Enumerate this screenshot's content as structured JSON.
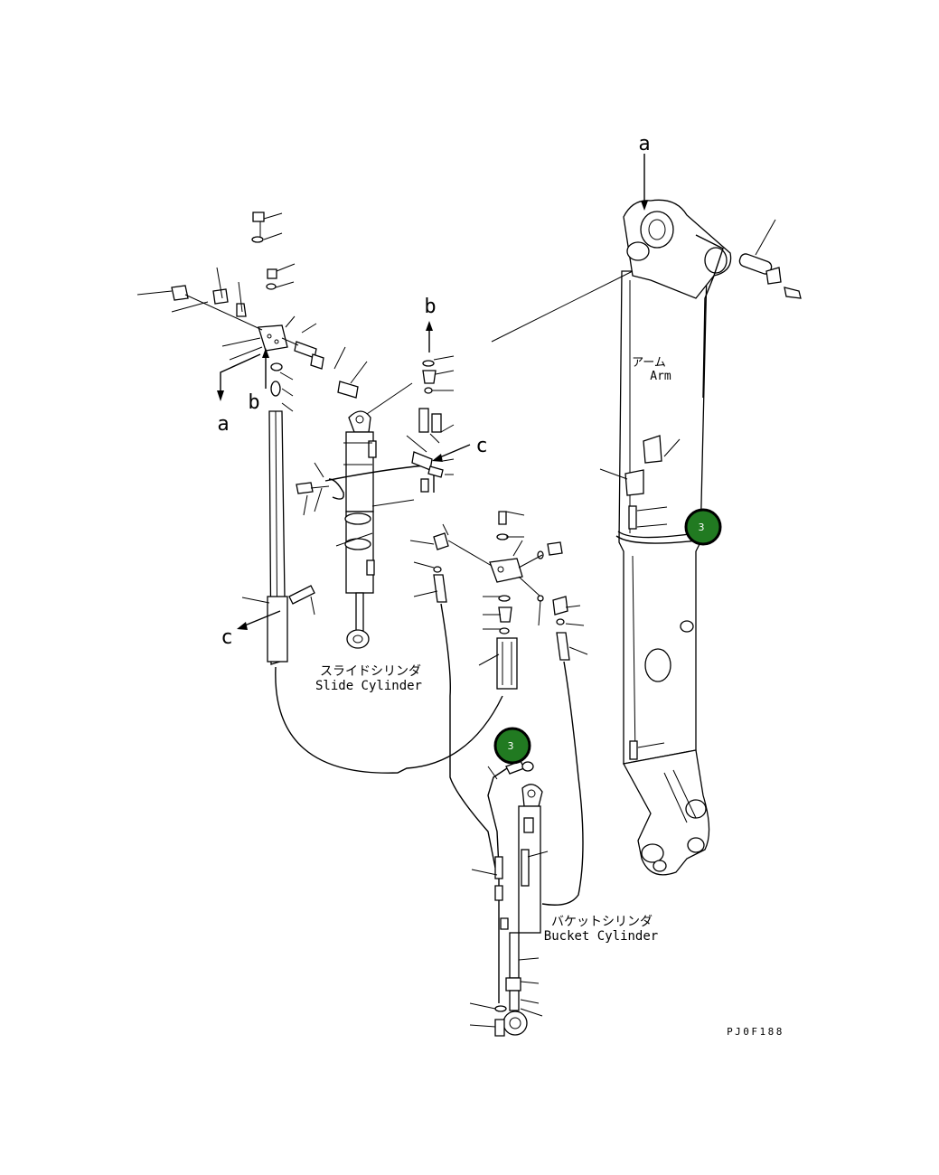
{
  "labels": {
    "arm_jp": "アーム",
    "arm_en": "Arm",
    "slide_jp": "スライドシリンダ",
    "slide_en": "Slide Cylinder",
    "bucket_jp": "バケットシリンダ",
    "bucket_en": "Bucket Cylinder",
    "view_a_top": "a",
    "view_a_left": "a",
    "view_b_top": "b",
    "view_b_left": "b",
    "view_c_right": "c",
    "view_c_left": "c",
    "drawing_code": "PJ0F188"
  },
  "callouts": [
    {
      "number": "3",
      "target": "arm-band"
    },
    {
      "number": "3",
      "target": "bucket-hose"
    }
  ],
  "colors": {
    "callout_fill": "#217a21",
    "callout_border": "#000000",
    "line": "#000000",
    "background": "#ffffff"
  }
}
